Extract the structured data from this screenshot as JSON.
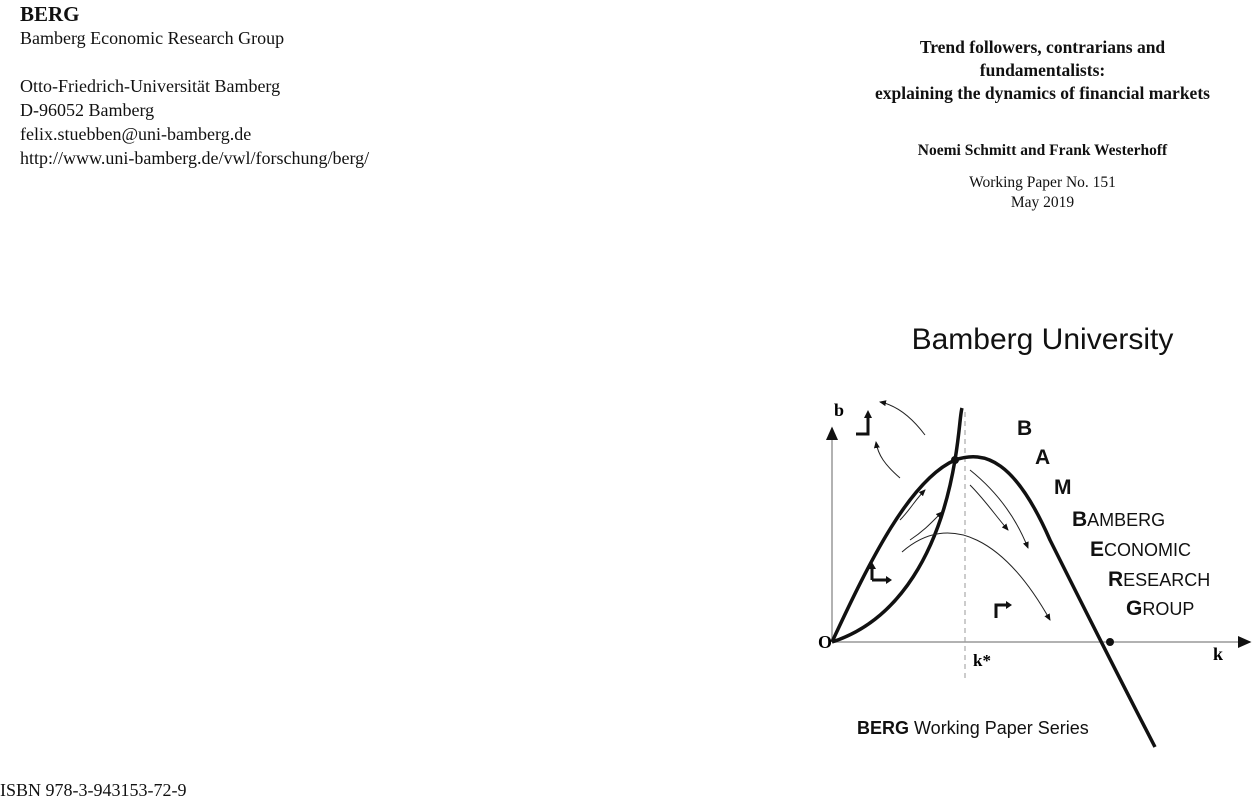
{
  "publisher": {
    "acronym": "BERG",
    "name": "Bamberg Economic Research Group",
    "university": "Otto-Friedrich-Universität Bamberg",
    "postcode_city": "D-96052 Bamberg",
    "email": "felix.stuebben@uni-bamberg.de",
    "url": "http://www.uni-bamberg.de/vwl/forschung/berg/"
  },
  "paper": {
    "title_lines": [
      "Trend followers, contrarians and",
      "fundamentalists:",
      "explaining the dynamics of financial markets"
    ],
    "authors": "Noemi Schmitt and Frank Westerhoff",
    "working_paper": "Working Paper No. 151",
    "date": "May 2019"
  },
  "isbn": "ISBN 978-3-943153-72-9",
  "logo": {
    "heading": "Bamberg University",
    "axis_y_label": "b",
    "axis_x_label": "k",
    "origin_label": "O",
    "k_star_label": "k*",
    "letters": [
      "B",
      "A",
      "M"
    ],
    "words": [
      {
        "initial": "B",
        "rest": "AMBERG"
      },
      {
        "initial": "E",
        "rest": "CONOMIC"
      },
      {
        "initial": "R",
        "rest": "ESEARCH"
      },
      {
        "initial": "G",
        "rest": "ROUP"
      }
    ],
    "series_bold": "BERG",
    "series_rest": " Working Paper Series"
  }
}
